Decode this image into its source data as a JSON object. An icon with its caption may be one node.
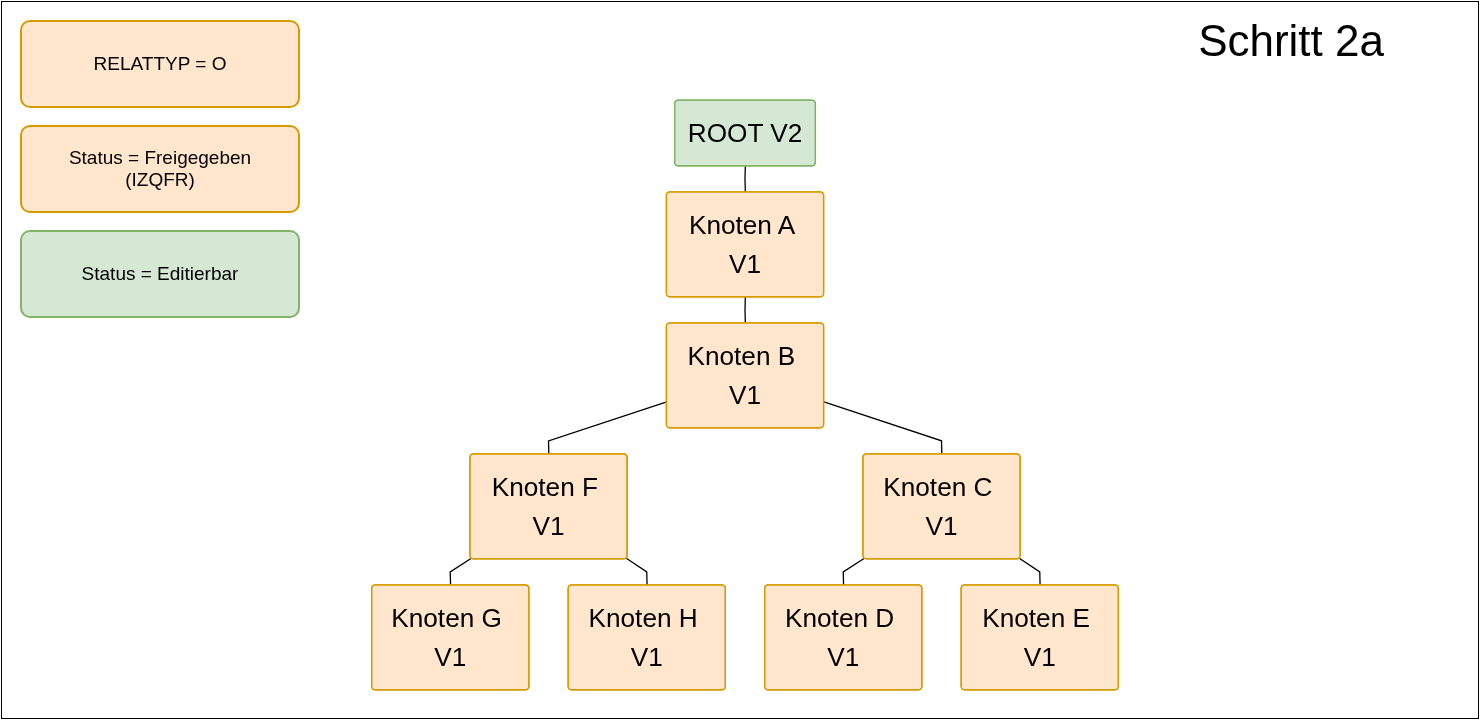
{
  "diagram": {
    "title": "Schritt 2a",
    "nodes": [
      {
        "text": [
          "ROOT V2"
        ]
      },
      {
        "text": [
          "Knoten A V1"
        ]
      },
      {
        "text": [
          "Knoten B V1"
        ]
      },
      {
        "text": [
          "Knoten F V1"
        ]
      },
      {
        "text": [
          "Knoten C V1"
        ]
      },
      {
        "text": [
          "Knoten G V1"
        ]
      },
      {
        "text": [
          "Knoten H V1"
        ]
      },
      {
        "text": [
          "Knoten D V1"
        ]
      },
      {
        "text": [
          "Knoten E V1"
        ]
      }
    ],
    "edges": [
      {
        "from": 0,
        "to": 1,
        "arrow": "none"
      },
      {
        "from": 1,
        "to": 2,
        "arrow": "none"
      },
      {
        "from": 2,
        "to": 3,
        "arrow": "none"
      },
      {
        "from": 2,
        "to": 4,
        "arrow": "none"
      },
      {
        "from": 3,
        "to": 5,
        "arrow": "none"
      },
      {
        "from": 3,
        "to": 6,
        "arrow": "none"
      },
      {
        "from": 4,
        "to": 7,
        "arrow": "none"
      },
      {
        "from": 4,
        "to": 8,
        "arrow": "none"
      }
    ],
    "legend": [
      {
        "text": "RELATTYP = O",
        "color": "#ffe6cc"
      },
      {
        "text": "Status = Freigegeben (IZQFR)",
        "color": "#ffe6cc"
      },
      {
        "text": "Status = Editierbar",
        "color": "#d5e8d4"
      }
    ]
  }
}
